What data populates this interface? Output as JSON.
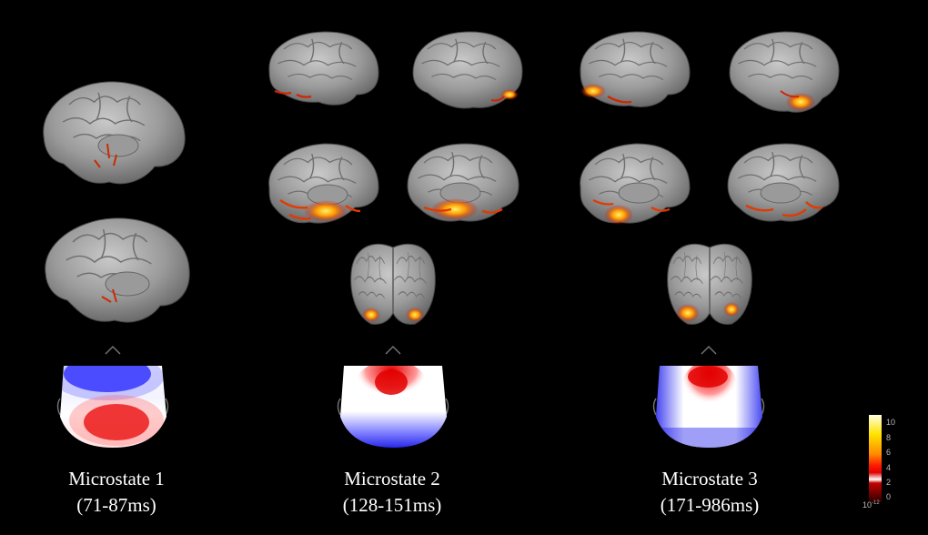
{
  "panels": [
    {
      "title": "Microstate 1",
      "range": "(71-87ms)"
    },
    {
      "title": "Microstate 2",
      "range": "(128-151ms)"
    },
    {
      "title": "Microstate 3",
      "range": "(171-986ms)"
    }
  ],
  "colorbar": {
    "ticks": [
      "10",
      "8",
      "6",
      "4",
      "2",
      "0"
    ],
    "unit_base": "10",
    "unit_exp": "-12",
    "colors": [
      "#ffffe0",
      "#ffd400",
      "#ff8a00",
      "#ff1a00",
      "#c40000",
      "#3a0000"
    ]
  },
  "colors": {
    "background": "#000000",
    "brain": "#8f8f8f",
    "topo_positive": "#e60000",
    "topo_negative": "#1a1aff"
  }
}
